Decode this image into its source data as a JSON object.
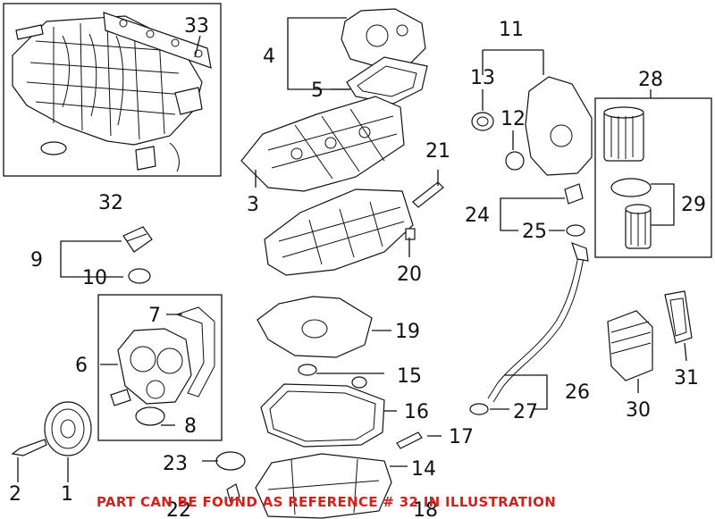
{
  "callouts": {
    "c1": "1",
    "c2": "2",
    "c3": "3",
    "c4": "4",
    "c5": "5",
    "c6": "6",
    "c7": "7",
    "c8": "8",
    "c9": "9",
    "c10": "10",
    "c11": "11",
    "c12": "12",
    "c13": "13",
    "c14": "14",
    "c15": "15",
    "c16": "16",
    "c17": "17",
    "c18": "18",
    "c19": "19",
    "c20": "20",
    "c21": "21",
    "c22": "22",
    "c23": "23",
    "c24": "24",
    "c25": "25",
    "c26": "26",
    "c27": "27",
    "c28": "28",
    "c29": "29",
    "c30": "30",
    "c31": "31",
    "c32": "32",
    "c33": "33"
  },
  "footnote": "PART CAN BE FOUND AS REFERENCE # 32 IN ILLUSTRATION",
  "colors": {
    "footnote": "#d6201e",
    "line": "#111111"
  }
}
